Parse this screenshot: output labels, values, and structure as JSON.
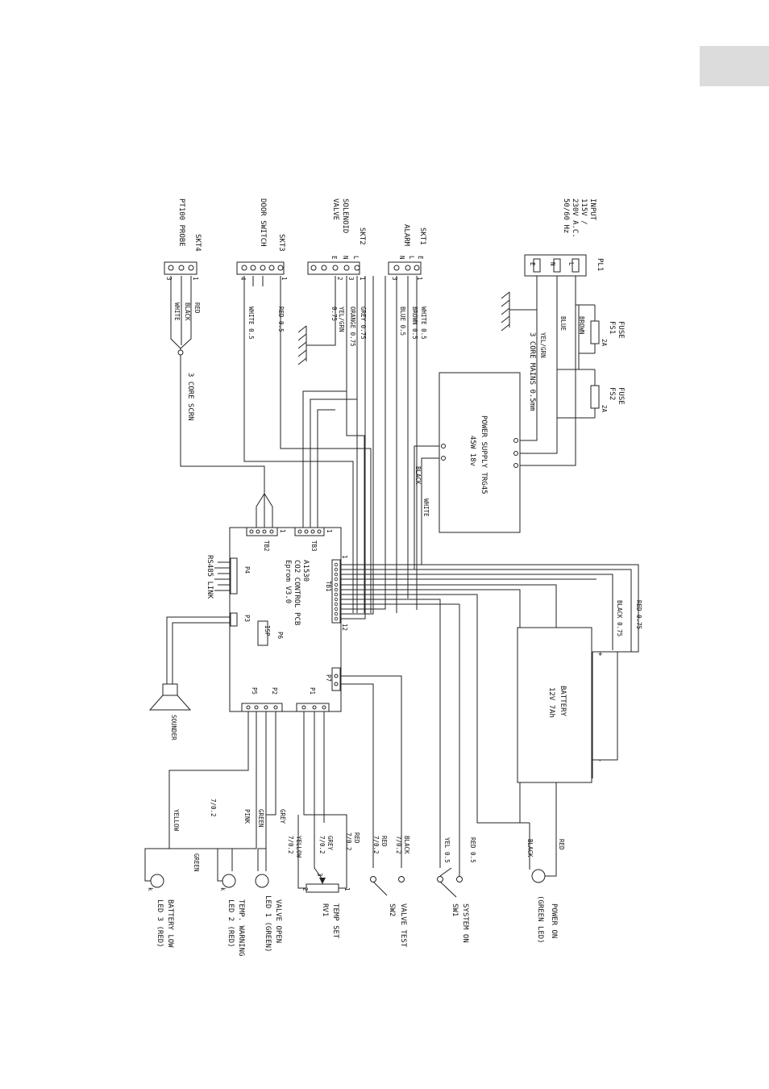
{
  "labels": {
    "input": [
      "INPUT",
      "115V /",
      "230V A.C.",
      "50/60 Hz"
    ],
    "pl1": "PL1",
    "pl1_pins": [
      "L",
      "N",
      "E"
    ],
    "fuse1": [
      "FUSE",
      "FS1",
      "2A"
    ],
    "fuse2": [
      "FUSE",
      "FS2",
      "2A"
    ],
    "brown": "BROWN",
    "blue": "BLUE",
    "yelgrn": "YEL/GRN",
    "mains": "3 CORE MAINS 0.5mm",
    "psu": [
      "POWER SUPPLY TRG45",
      "45W  18v"
    ],
    "black": "BLACK",
    "white": "WHITE",
    "skt1": [
      "SKT1",
      "ALARM"
    ],
    "skt1_pins": [
      "E",
      "L",
      "N"
    ],
    "skt1_wires": [
      "WHITE 0.5",
      "BROWN 0.5",
      "BLUE 0.5"
    ],
    "skt2": [
      "SKT2",
      "SOLENOID",
      "VALVE"
    ],
    "skt2_pins": [
      "L",
      "N",
      "E"
    ],
    "skt2_wires": [
      "GREY 0.75",
      "ORANGE 0.75",
      "YEL/GRN",
      "0.75"
    ],
    "skt3": [
      "SKT3",
      "DOOR SWITCH"
    ],
    "skt3_wires": [
      "RED 0.5",
      "WHITE 0.5"
    ],
    "skt4": [
      "SKT4",
      "PT100 PROBE"
    ],
    "skt4_wires": [
      "RED",
      "BLACK",
      "WHITE"
    ],
    "scrn": "3 CORE SCRN",
    "pcb": [
      "A1530",
      "CO2 CONTROL PCB",
      "Eprom V3.0"
    ],
    "tb1": "TB1",
    "tb2": "TB2",
    "tb3": "TB3",
    "p1": "P1",
    "p2": "P2",
    "p3": "P3",
    "p4": "P4",
    "p5": "P5",
    "p6": [
      "P6",
      "ISP"
    ],
    "p7": "P7",
    "pin1": "1",
    "pin2": "2",
    "pin3": "3",
    "pin4": "4",
    "pin12": "12",
    "rs485": "RS485 LINK",
    "battery_wires": [
      "RED 0.75",
      "BLACK 0.75"
    ],
    "battery": [
      "BATTERY",
      "12V 7Ah"
    ],
    "plus": "+",
    "minus": "-",
    "sounder": "SOUNDER",
    "power_on": [
      "POWER ON",
      "(GREEN LED)"
    ],
    "pwr_wires": [
      "RED",
      "BLACK"
    ],
    "system_on": [
      "SYSTEM ON",
      "SW1"
    ],
    "sw1_wires": [
      "RED 0.5",
      "YEL 0.5"
    ],
    "valve_test": [
      "VALVE TEST",
      "SW2"
    ],
    "sw2_wires": [
      "BLACK",
      "7/0.2",
      "RED",
      "7/0.2"
    ],
    "temp_set": [
      "TEMP SET",
      "RV1"
    ],
    "rv1_wires": [
      "RED",
      "7/0.2",
      "GREY",
      "7/0.2",
      "YELLOW",
      "7/0.2"
    ],
    "led1": [
      "VALVE OPEN",
      "LED 1 (GREEN)"
    ],
    "led2": [
      "TEMP. WARNING",
      "LED 2 (RED)"
    ],
    "led3": [
      "BATTERY LOW",
      "LED 3 (RED)"
    ],
    "led_wires": [
      "GREY",
      "GREEN",
      "PINK",
      "7/0.2",
      "YELLOW",
      "GREEN"
    ],
    "k": "k"
  }
}
